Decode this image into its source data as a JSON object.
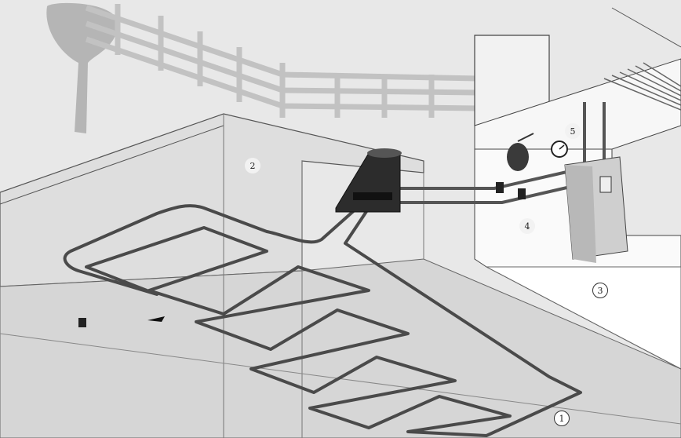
{
  "callouts": [
    {
      "id": "1",
      "label": "1"
    },
    {
      "id": "2",
      "label": "2"
    },
    {
      "id": "3",
      "label": "3"
    },
    {
      "id": "4",
      "label": "4"
    },
    {
      "id": "5",
      "label": "5"
    }
  ],
  "colors": {
    "ground": "#d9d9d9",
    "wall": "#eeeeee",
    "pipe": "#4a4a4a",
    "collector": "#2c2c2c",
    "boiler": "#cfcfcf",
    "fence": "#bdbdbd"
  }
}
